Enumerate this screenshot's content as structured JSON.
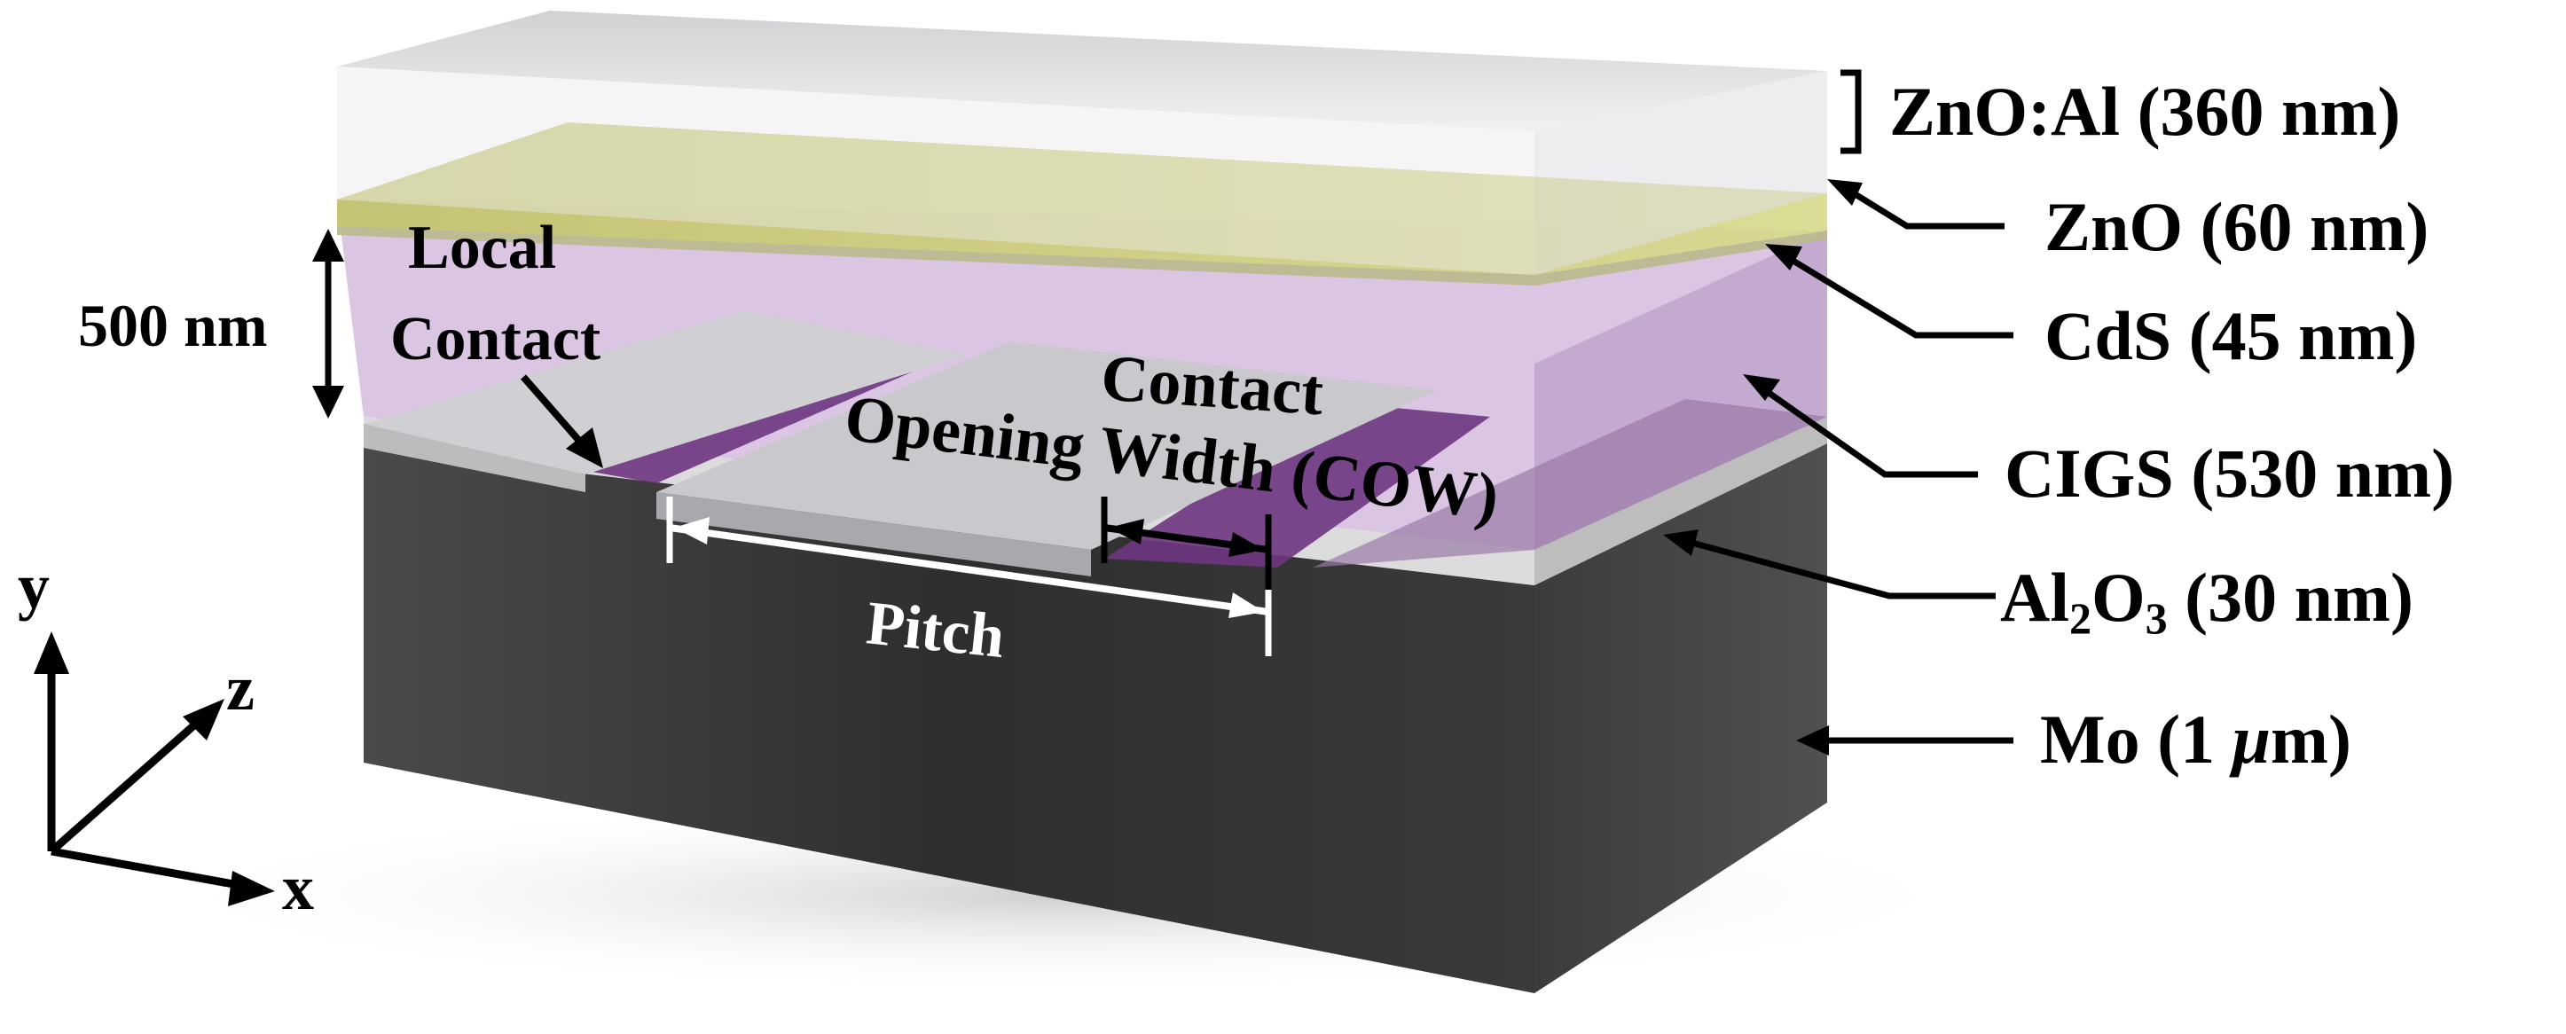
{
  "layers": [
    {
      "name": "ZnO:Al",
      "thickness": "(360 nm)"
    },
    {
      "name": "ZnO",
      "thickness": "(60 nm)"
    },
    {
      "name": "CdS",
      "thickness": "(45 nm)"
    },
    {
      "name": "CIGS",
      "thickness": "(530 nm)"
    },
    {
      "name": "Al",
      "sub1": "2",
      "mid": "O",
      "sub2": "3",
      "thickness": "(30 nm)"
    },
    {
      "name": "Mo",
      "thickness_prefix": "(1 ",
      "mu": "μ",
      "thickness_suffix": "m)"
    }
  ],
  "annotations": {
    "height_label": "500 nm",
    "local_contact_line1": "Local",
    "local_contact_line2": "Contact",
    "cow_line1": "Contact",
    "cow_line2": "Opening Width (COW)",
    "pitch": "Pitch"
  },
  "axes": {
    "x": "x",
    "y": "y",
    "z": "z"
  },
  "colors": {
    "mo": "#3b3b3b",
    "al2o3": "#d9d9d9",
    "cigs": "#c8a8d8",
    "cigs_trench": "#7a3d8a",
    "cds": "#c9c96a",
    "zno": "#d4d4a0",
    "znoal": "#e8e8ea"
  }
}
